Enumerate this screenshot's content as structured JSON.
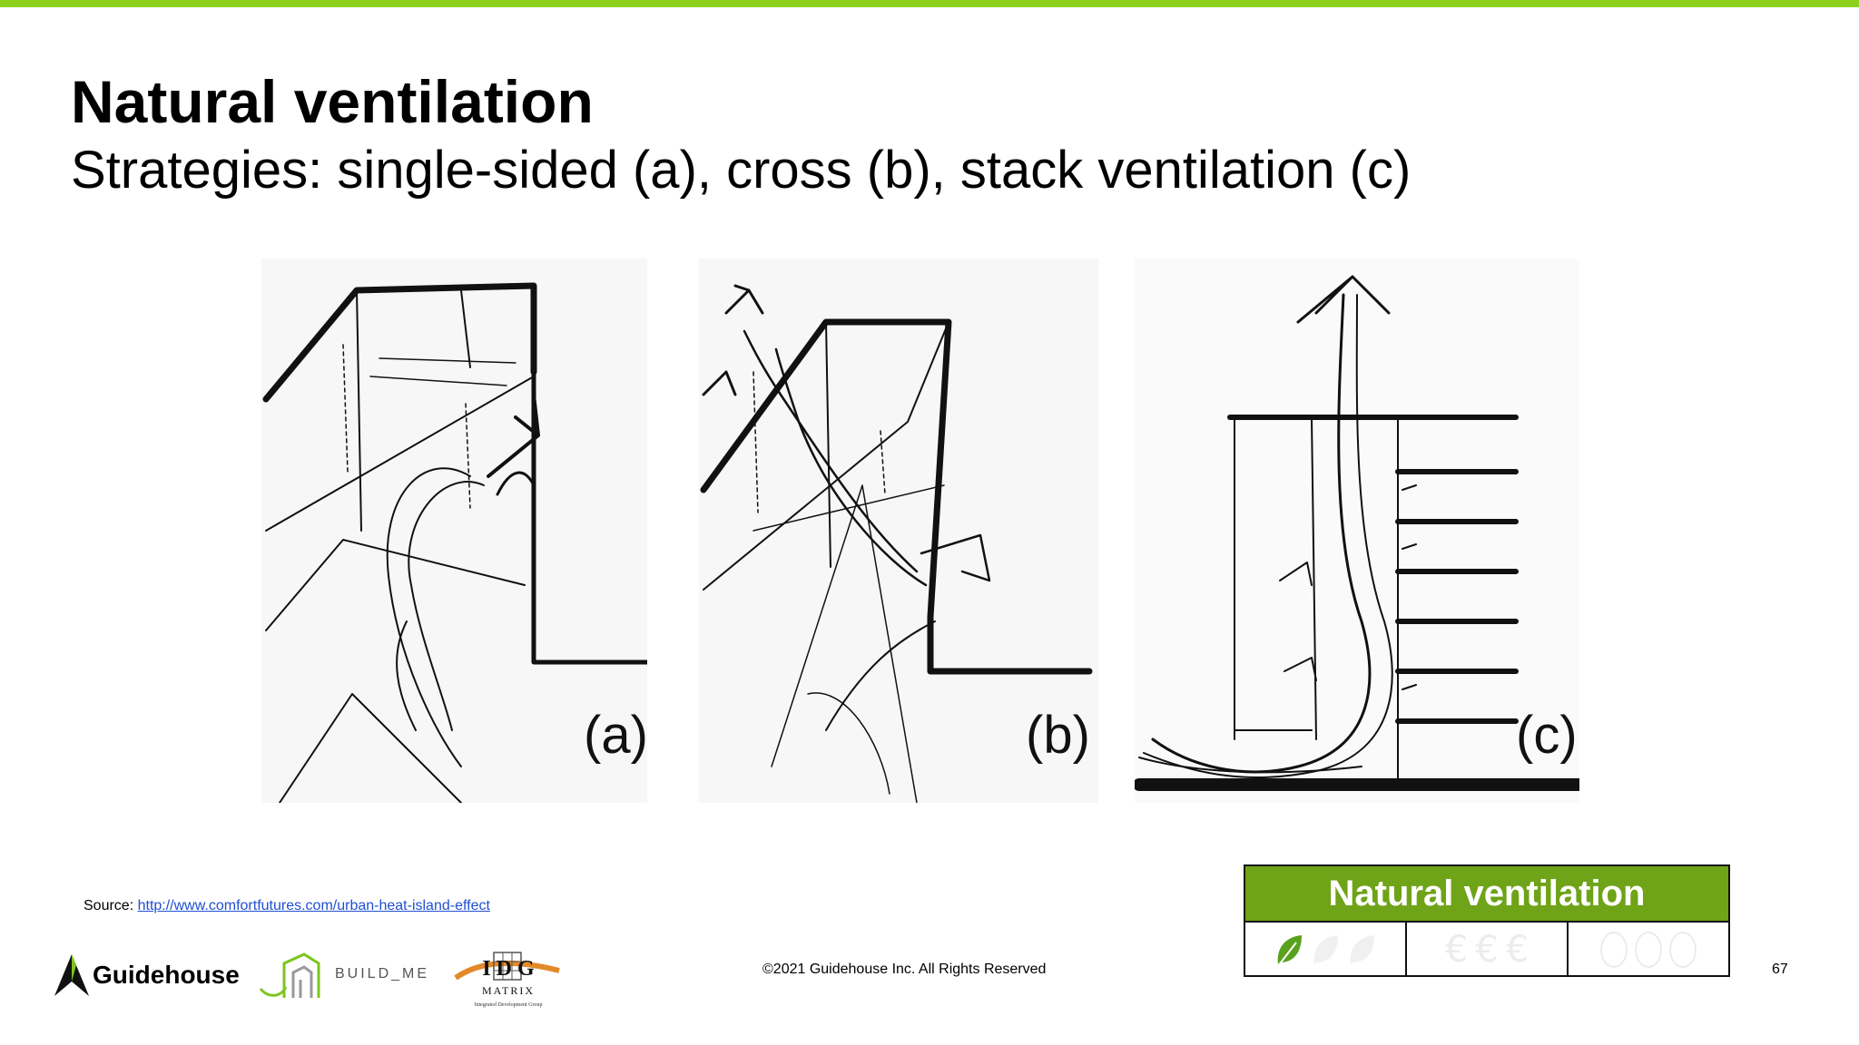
{
  "slide": {
    "title": "Natural ventilation",
    "subtitle": "Strategies: single-sided (a), cross (b), stack ventilation (c)",
    "accent_color": "#8cd21e"
  },
  "figures": {
    "a": {
      "label": "(a)"
    },
    "b": {
      "label": "(b)"
    },
    "c": {
      "label": "(c)"
    }
  },
  "source": {
    "prefix": "Source: ",
    "link_text": "http://www.comfortfutures.com/urban-heat-island-effect"
  },
  "rating_box": {
    "header": "Natural ventilation",
    "header_color": "#6fa318",
    "sustainability_level": "1 of 3 leaves",
    "cost_level": "0 of 3",
    "cost_symbol": "€",
    "effort_level": "0 of 3"
  },
  "footer": {
    "copyright": "©2021 Guidehouse Inc. All Rights Reserved",
    "page_number": "67"
  },
  "logos": {
    "guidehouse": "Guidehouse",
    "build_me": "BUILD_ME",
    "idg_letters": "I D G",
    "idg_word": "MATRIX",
    "idg_tagline": "Integrated Development Group"
  },
  "icons": [
    "leaf-icon",
    "euro-icon",
    "circle-icon",
    "guidehouse-logo-icon",
    "build-me-logo-icon"
  ]
}
